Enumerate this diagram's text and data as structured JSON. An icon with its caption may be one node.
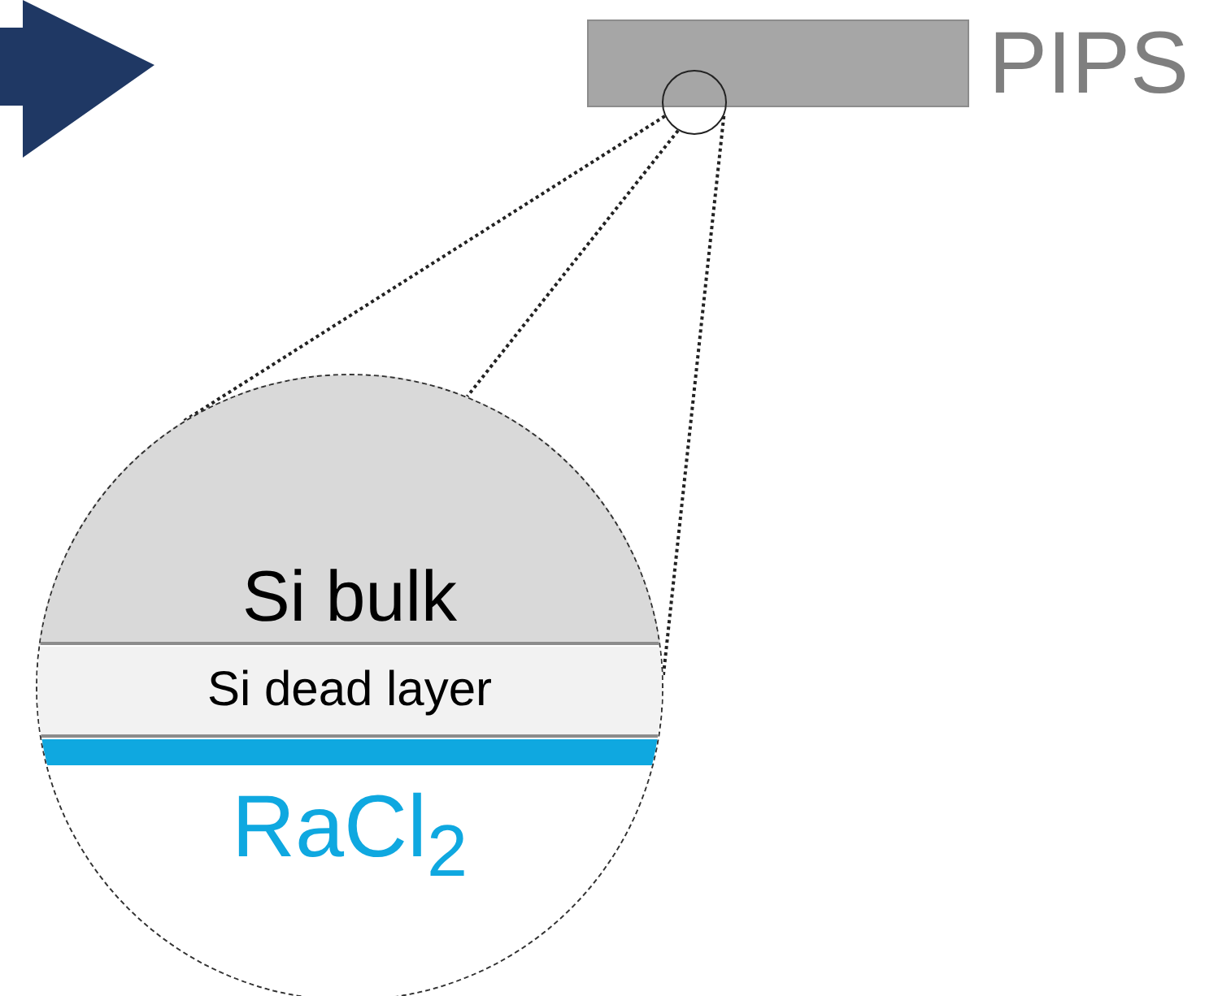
{
  "diagram": {
    "nodes": [
      {
        "text": [],
        "shape": "box",
        "beside": [
          "PIPS"
        ]
      },
      {
        "text": [],
        "shape": "circle"
      },
      {
        "text": [],
        "shape": "circle"
      },
      {
        "text": [
          "Si bulk"
        ],
        "in": 2
      },
      {
        "text": [
          "Si dead layer"
        ],
        "in": 2
      },
      {
        "text": [],
        "shape": "bar",
        "in": 2
      }
    ],
    "edges": [
      {
        "from": 1,
        "to": 2,
        "arrow": "none",
        "style": "dashed"
      },
      {
        "from": 1,
        "to": 2,
        "arrow": "none",
        "style": "dashed"
      },
      {
        "from": 1,
        "to": 2,
        "arrow": "none",
        "style": "dashed"
      }
    ],
    "labels": [
      "RaCl$_{2}$"
    ]
  }
}
